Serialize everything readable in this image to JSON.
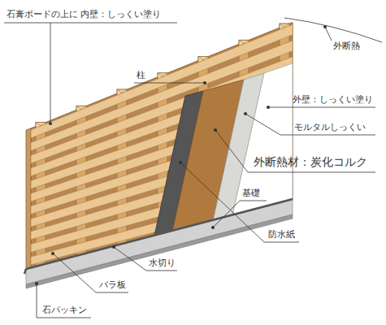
{
  "diagram": {
    "labels": [
      "石膏ボードの上に 内壁：しっくい塗り",
      "外断熱",
      "柱",
      "外壁：しっくい塗り",
      "モルタルしっくい",
      "外断熱材：炭化コルク",
      "防水紙",
      "基礎",
      "水切り",
      "バラ板",
      "石パッキン"
    ]
  }
}
